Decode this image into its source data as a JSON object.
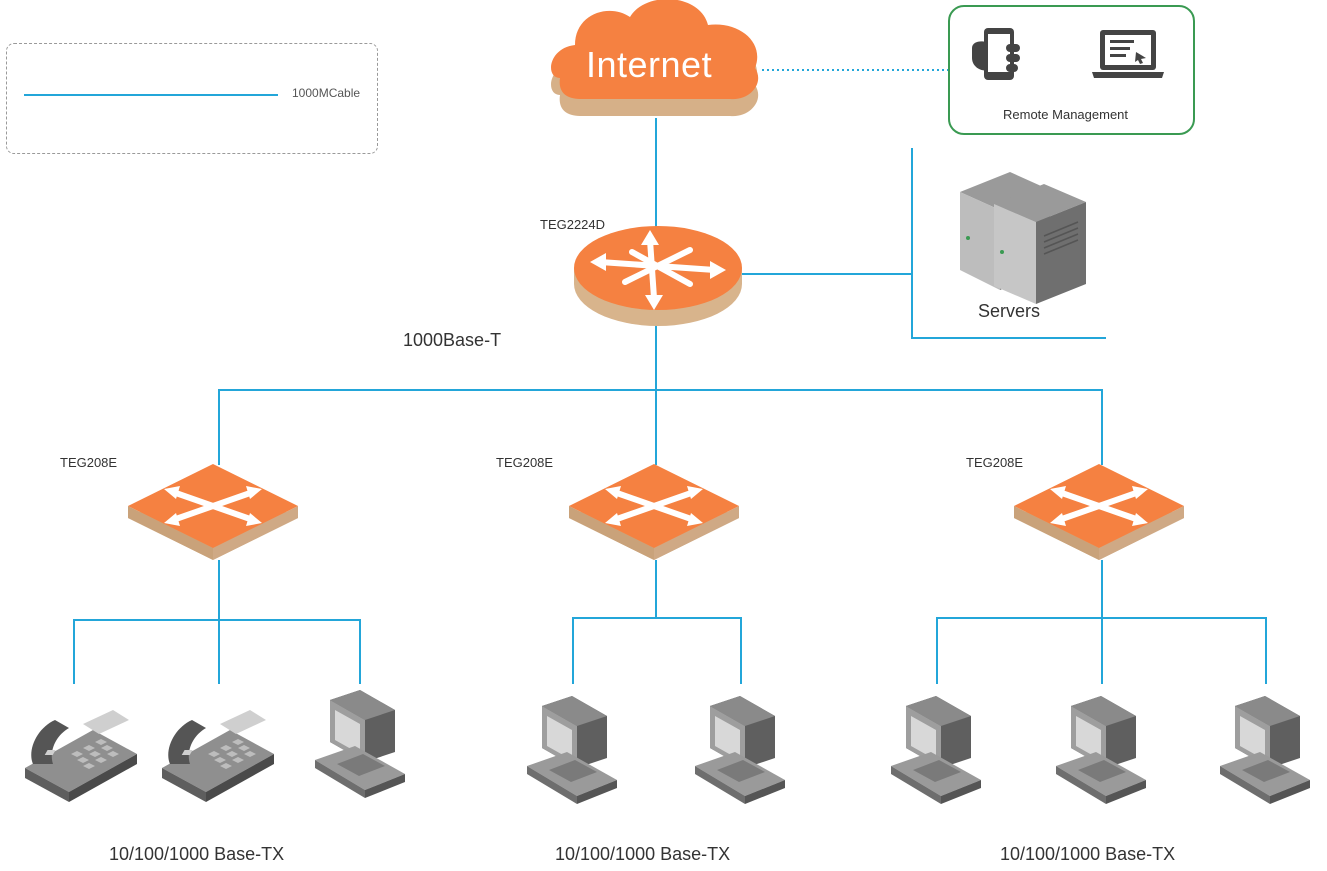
{
  "legend": {
    "cable_label": "1000MCable"
  },
  "internet": {
    "label": "Internet"
  },
  "remote": {
    "label": "Remote Management"
  },
  "core": {
    "name": "TEG2224D",
    "link_label": "1000Base-T"
  },
  "servers": {
    "label": "Servers"
  },
  "access_switches": [
    {
      "name": "TEG208E"
    },
    {
      "name": "TEG208E"
    },
    {
      "name": "TEG208E"
    }
  ],
  "endpoint_groups": [
    {
      "label": "10/100/1000 Base-TX"
    },
    {
      "label": "10/100/1000 Base-TX"
    },
    {
      "label": "10/100/1000 Base-TX"
    }
  ],
  "colors": {
    "cable": "#23a6d9",
    "device_orange": "#f58141",
    "device_base": "#d8b48c",
    "remote_border": "#3a9a52"
  }
}
